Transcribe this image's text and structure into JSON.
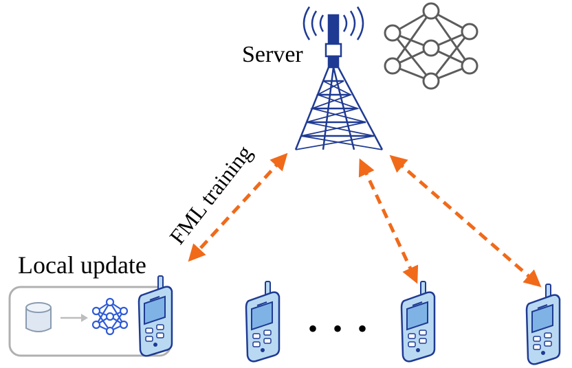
{
  "labels": {
    "server": "Server",
    "fml_training": "FML training",
    "local_update": "Local update",
    "ellipsis": "• • •"
  },
  "colors": {
    "tower": "#1f3a93",
    "arrow": "#f06a1a",
    "network_stroke": "#5c5c5c",
    "phone_body": "#b9d9f2",
    "phone_outline": "#1f3a93",
    "box_border": "#b0b0b0",
    "small_network": "#2f5bd6"
  },
  "icons": [
    "tower-icon",
    "neural-network-icon",
    "phone-icon",
    "database-icon",
    "arrow-icon"
  ],
  "devices": {
    "count_shown": 4
  }
}
